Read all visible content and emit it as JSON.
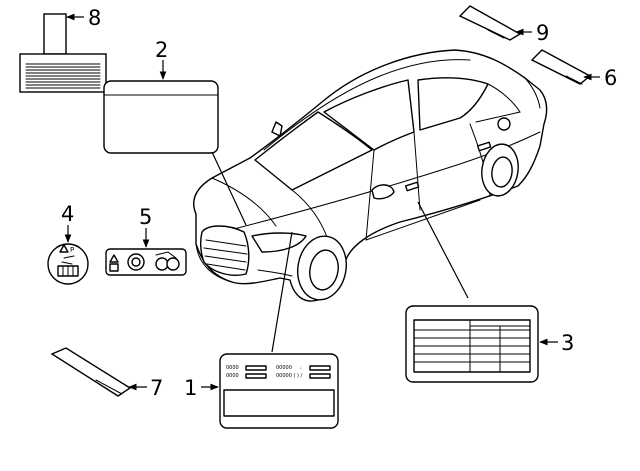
{
  "callouts": {
    "c1": "1",
    "c2": "2",
    "c3": "3",
    "c4": "4",
    "c5": "5",
    "c6": "6",
    "c7": "7",
    "c8": "8",
    "c9": "9"
  },
  "label1_text": {
    "r1a": "0000",
    "r1b": "00000",
    "r1c": ":",
    "r2a": "0000",
    "r2b": "00000 ( ) /"
  }
}
